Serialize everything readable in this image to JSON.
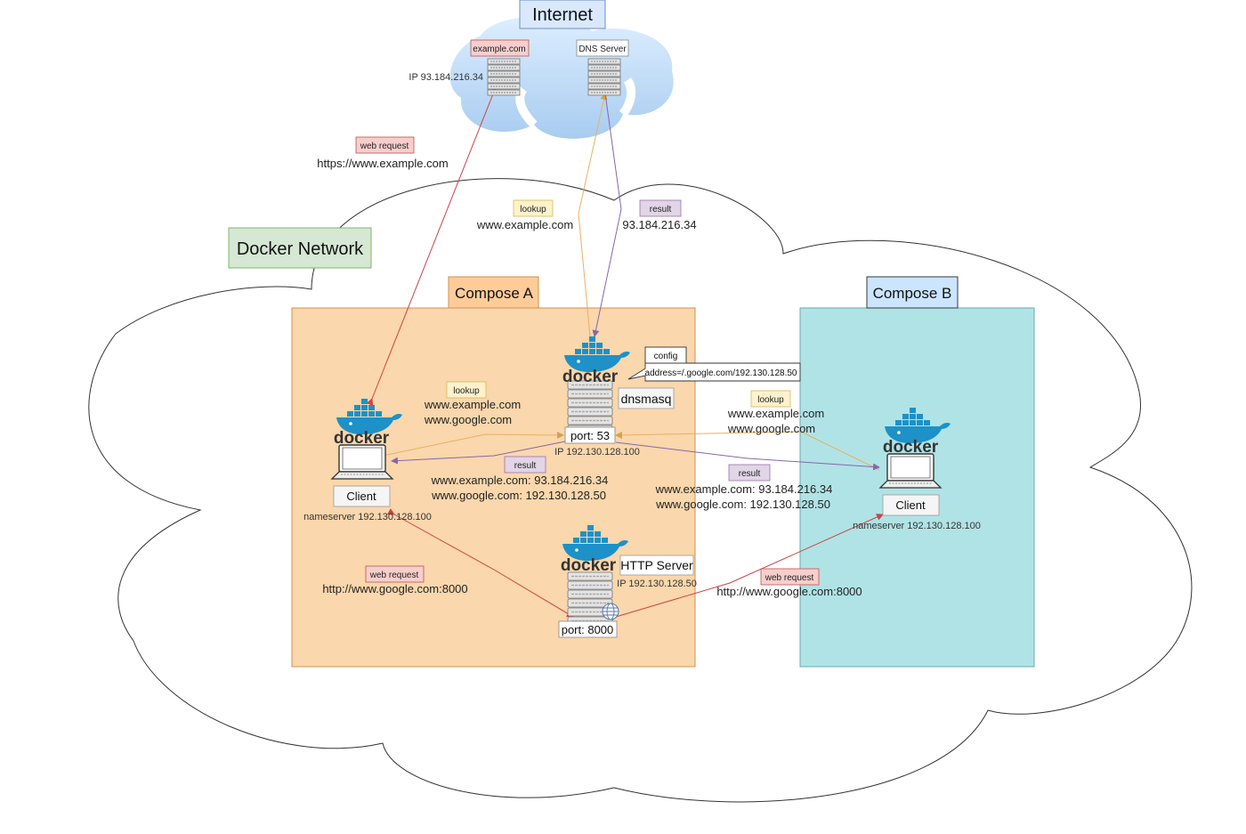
{
  "internet": {
    "title": "Internet",
    "example_server": {
      "label": "example.com",
      "ip": "IP 93.184.216.34"
    },
    "dns_server": {
      "label": "DNS Server"
    }
  },
  "docker_network": {
    "title": "Docker Network"
  },
  "compose_a": {
    "title": "Compose A"
  },
  "compose_b": {
    "title": "Compose B"
  },
  "docker_logo_text": "docker",
  "dnsmasq": {
    "label": "dnsmasq",
    "port": "port: 53",
    "ip": "IP 192.130.128.100",
    "config_tag": "config",
    "config_value": "address=/.google.com/192.130.128.50"
  },
  "http_server": {
    "label": "HTTP Server",
    "ip": "IP 192.130.128.50",
    "port": "port: 8000"
  },
  "client_a": {
    "label": "Client",
    "nameserver": "nameserver 192.130.128.100"
  },
  "client_b": {
    "label": "Client",
    "nameserver": "nameserver 192.130.128.100"
  },
  "edges": {
    "a_web_internet": {
      "tag": "web request",
      "text": "https://www.example.com"
    },
    "dns_upstream_lookup": {
      "tag": "lookup",
      "text": "www.example.com"
    },
    "dns_upstream_result": {
      "tag": "result",
      "text": "93.184.216.34"
    },
    "a_lookup": {
      "tag": "lookup",
      "line1": "www.example.com",
      "line2": "www.google.com"
    },
    "a_result": {
      "tag": "result",
      "line1": "www.example.com: 93.184.216.34",
      "line2": "www.google.com: 192.130.128.50"
    },
    "b_lookup": {
      "tag": "lookup",
      "line1": "www.example.com",
      "line2": "www.google.com"
    },
    "b_result": {
      "tag": "result",
      "line1": "www.example.com: 93.184.216.34",
      "line2": "www.google.com: 192.130.128.50"
    },
    "a_web_local": {
      "tag": "web request",
      "text": "http://www.google.com:8000"
    },
    "b_web_local": {
      "tag": "web request",
      "text": "http://www.google.com:8000"
    }
  },
  "colors": {
    "web_request": "#cc4444",
    "lookup": "#e8b060",
    "result": "#8866aa",
    "compose_a_fill": "#fad7ac",
    "compose_b_fill": "#b0e3e6",
    "docker_blue": "#1d91c8"
  }
}
